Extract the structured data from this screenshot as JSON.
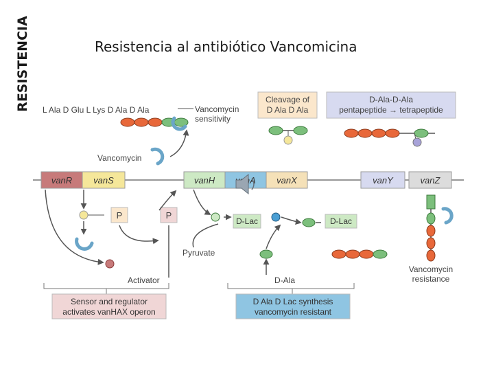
{
  "side_title": "RESISTENCIA",
  "title": "Resistencia al antibiótico Vancomicina",
  "diagram": {
    "peptide_label": "L Ala D Glu L Lys D Ala D Ala",
    "vancomycin_sensitivity": [
      "Vancomycin",
      "sensitivity"
    ],
    "vancomycin": "Vancomycin",
    "cleavage": [
      "Cleavage of",
      "D Ala D Ala"
    ],
    "pentapeptide": [
      "D-Ala-D-Ala",
      "pentapeptide → tetrapeptide"
    ],
    "genes": {
      "vanR": "vanR",
      "vanS": "vanS",
      "vanH": "vanH",
      "vanA": "vanA",
      "vanX": "vanX",
      "vanY": "vanY",
      "vanZ": "vanZ"
    },
    "phospho": "P",
    "dlac_1": "D-Lac",
    "dlac_2": "D-Lac",
    "pyruvate": "Pyruvate",
    "activator": "Activator",
    "dala": "D-Ala",
    "vancomycin_resistance": [
      "Vancomycin",
      "resistance"
    ],
    "sensor_box": [
      "Sensor and regulator",
      "activates vanHAX operon"
    ],
    "synthesis_box": [
      "D Ala D Lac synthesis",
      "vancomycin resistant"
    ],
    "colors": {
      "orange": "#e8683a",
      "green": "#7cbf7c",
      "yellow": "#f5e79a",
      "blue": "#4a9fd4",
      "pink": "#c77a7a",
      "lavender": "#a8a3d9",
      "vancomycin": "#6aa5c8"
    }
  }
}
